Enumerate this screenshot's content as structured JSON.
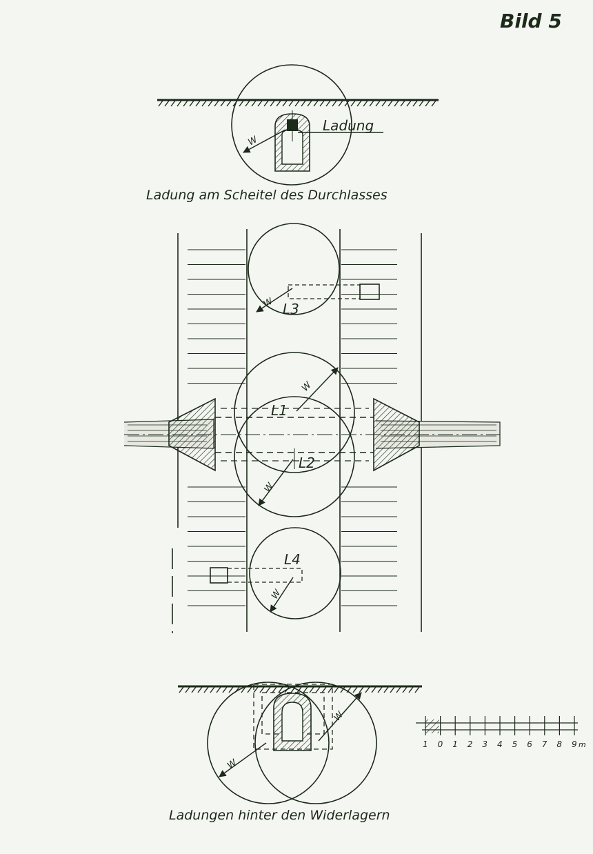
{
  "figure_number": "Bild 5",
  "colors": {
    "ink": "#1c2a1a",
    "paper": "#f4f6f1"
  },
  "top_view": {
    "caption": "Ladung am Scheitel des Durchlasses",
    "charge_label": "Ladung",
    "radius_label": "W"
  },
  "plan_view": {
    "charges": [
      {
        "label": "L3",
        "radius_label": "W"
      },
      {
        "label": "L1",
        "radius_label": "W"
      },
      {
        "label": "L2",
        "radius_label": "W"
      },
      {
        "label": "L4",
        "radius_label": "W"
      }
    ]
  },
  "bottom_view": {
    "caption": "Ladungen hinter den Widerlagern",
    "radius_labels": [
      "W",
      "W"
    ]
  },
  "scale_bar": {
    "ticks": [
      "1",
      "0",
      "1",
      "2",
      "3",
      "4",
      "5",
      "6",
      "7",
      "8",
      "9"
    ],
    "unit": "m"
  }
}
